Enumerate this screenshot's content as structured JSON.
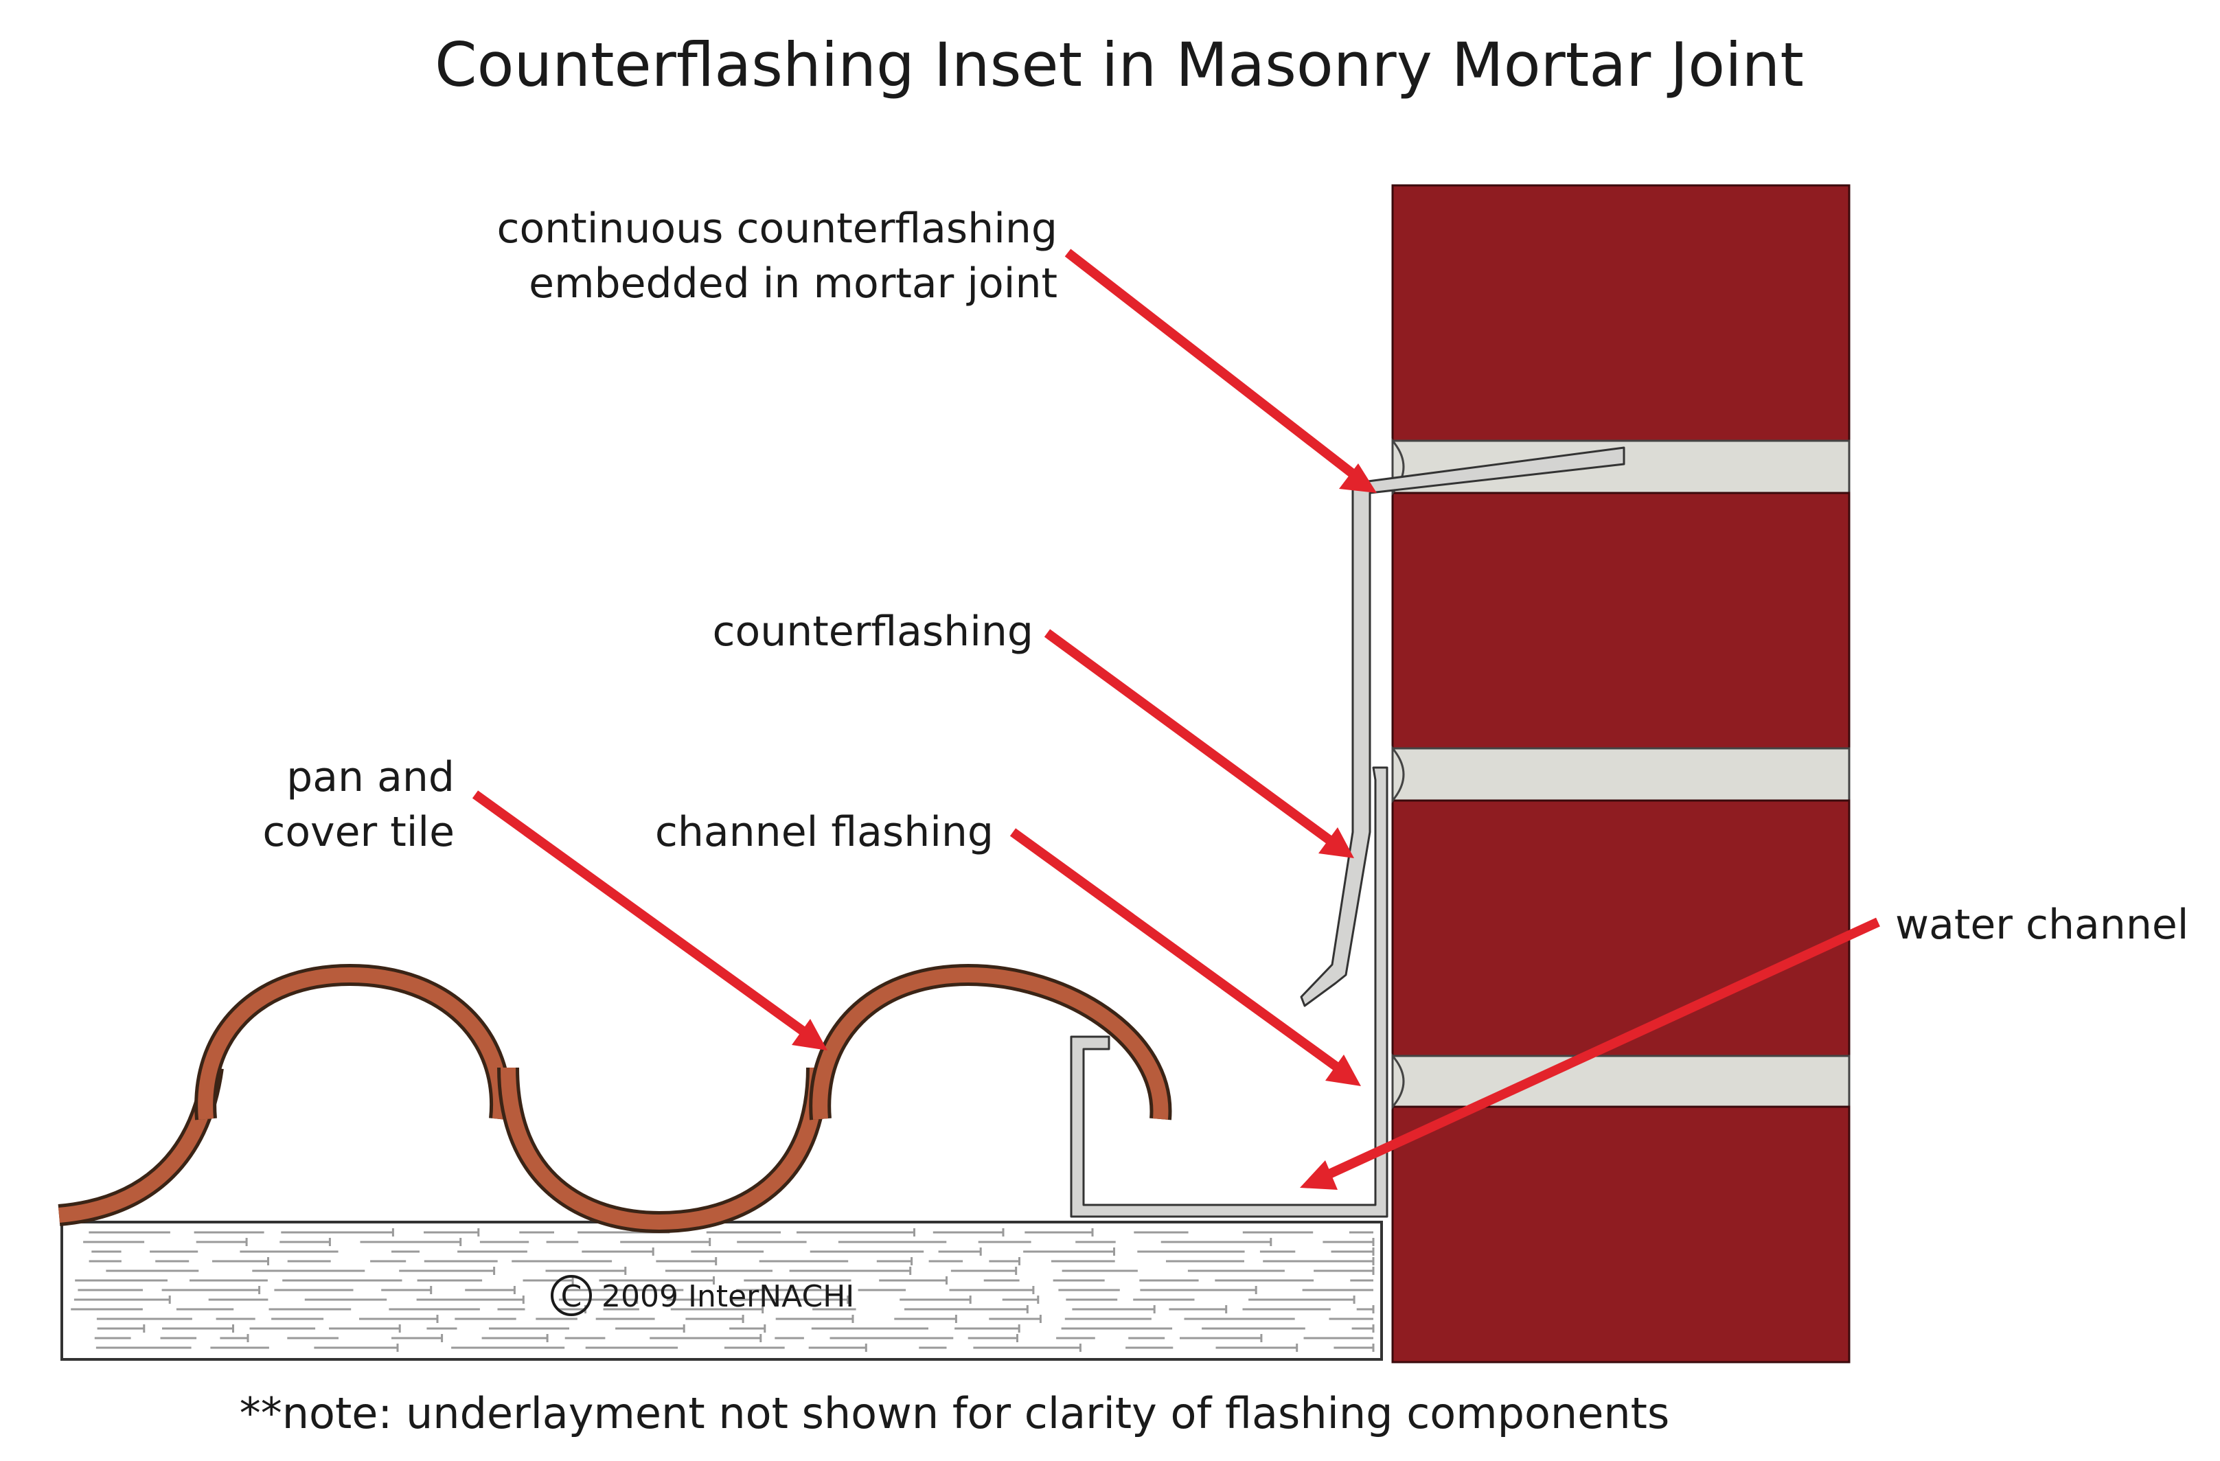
{
  "title": "Counterflashing Inset in Masonry Mortar Joint",
  "labels": {
    "continuous_counterflashing_line1": "continuous counterflashing",
    "continuous_counterflashing_line2": "embedded in mortar joint",
    "counterflashing": "counterflashing",
    "pan_and_cover_line1": "pan and",
    "pan_and_cover_line2": "cover tile",
    "channel_flashing": "channel flashing",
    "water_channel": "water channel"
  },
  "copyright": "2009  InterNACHI",
  "copyright_symbol": "C",
  "note": "**note: underlayment not shown for clarity of flashing components",
  "colors": {
    "brick": "#8f1c21",
    "mortar": "#dcdcd6",
    "arrow": "#e3232b",
    "tile": "#b85c3c",
    "metal": "#d4d4d2"
  }
}
